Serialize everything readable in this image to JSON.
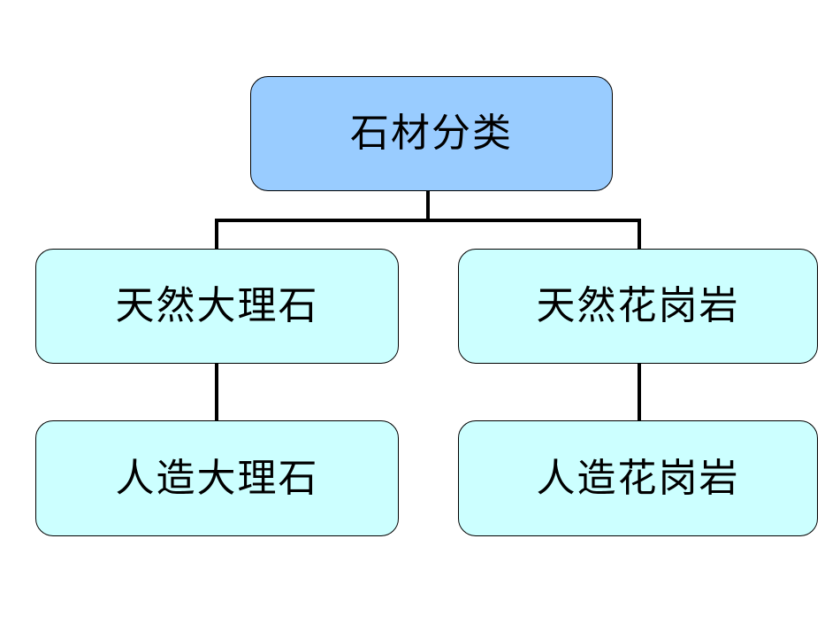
{
  "diagram": {
    "title": "石材分类",
    "root": {
      "label": "石材分类"
    },
    "branches": [
      {
        "parent": "天然大理石",
        "child": "人造大理石"
      },
      {
        "parent": "天然花岗岩",
        "child": "人造花岗岩"
      }
    ]
  },
  "colors": {
    "background": "#FFFFFF",
    "root_fill": "#99CCFF",
    "child_fill": "#CCFFFF",
    "border": "#000000",
    "connector": "#000000",
    "text": "#000000"
  }
}
